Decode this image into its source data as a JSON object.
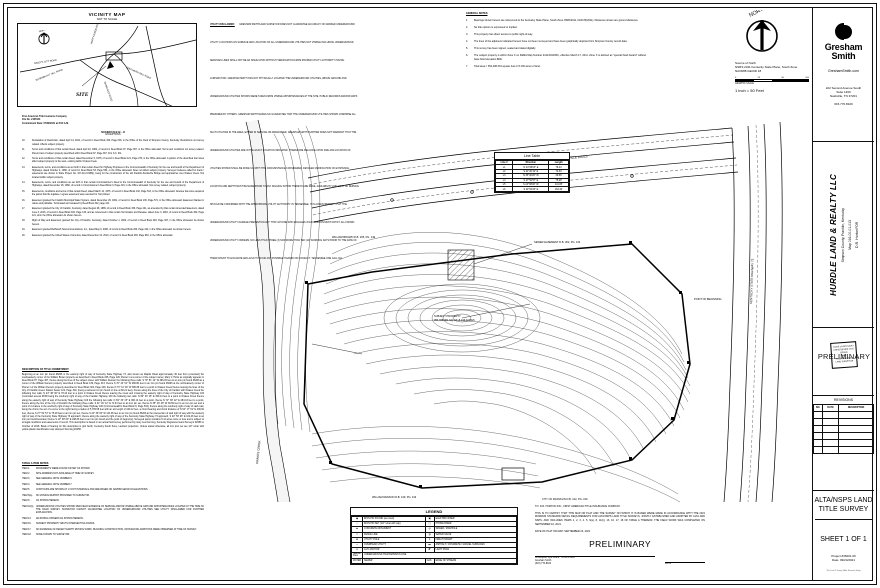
{
  "sheet": {
    "drawing_type": "ALTA/NSPS LAND TITLE SURVEY",
    "sheet_number": "SHEET 1 OF 1",
    "project_number": "Project #45201.00",
    "date": "Date: 09/24/2021",
    "footer_credit": "This Level 2 Survey. Miller Research Entity"
  },
  "vicinity": {
    "title": "VICINITY MAP",
    "subtitle": "NOT TO SCALE",
    "north_label": "NORTH",
    "site_label": "SITE",
    "roads": [
      "HALEYS CITY ROAD",
      "ROSENBLATT HILL ROAD",
      "HAPPY RIDGE ROAD",
      "NASHVILLE ROAD",
      "SOUTHERN RAIL ROAD",
      "FRANKLIN ROAD"
    ]
  },
  "title_insurance": {
    "company": "First American Title Insurance Company",
    "file_no": "File No. 2167944",
    "commitment_date": "Commitment Date: 07/09/2021 at 8:00 A.M."
  },
  "schedule_b": {
    "heading": "SCHEDULE B - II",
    "subheading": "EXCEPTIONS",
    "items": [
      {
        "num": "10.",
        "text": "Declaration of Restriction, dated April 14, 2021, of record in Deed Book 332, Page 636, in the Office of the Clerk of Simpson County, Kentucky. Restrictions not survey related. Affects subject property."
      },
      {
        "num": "11.",
        "text": "Terms and conditions of that certain Deed, dated April 22, 1982, of record in Deed Book 97, Page 367, in the Office aforesaid. Terms and conditions not survey related. Parent tract of subject property described within Deed Book 97, Page 367, R.G.S.C. 011"
      },
      {
        "num": "12.",
        "text": "Terms and conditions of that certain Deed, dated December 5, 1975, of record in Deed Book 121, Page 276, in the Office aforesaid. A portion of the described tract does affect subject property to the west, existing within Ordess Creek."
      },
      {
        "num": "13.",
        "text": "Easements, terms, and conditions as set forth in that certain Deed for Highway Purposes to the Commonwealth of Kentucky for the use and benefit of the Department of Highways, dated October 4, 1982, of record in Deed Book 53, Page 554, in the Office aforesaid. Does not affect subject property. Surveyor believes called for tracts / easements are shown in State Project No. 107-40-2.1988(), being for the construction of the old Franklin-Scottsville Bridge and approaches over Drakes Creek. Not located within subject property."
      },
      {
        "num": "14.",
        "text": "Easements, terms, and conditions as set forth in that certain Commissioner's Deed to the Commonwealth of Kentucky for the use and benefit of the Department of Highways, dated December 18, 1982, of record in Commissioner's Deed Book 3, Page 419, in the Office aforesaid. Not survey related, subject property."
      },
      {
        "num": "15.",
        "text": "Easements, conditions and terms of that certain Deed, dated March 14, 1975, of record in Deed Book 132, Page 513, in the Office aforesaid. Grantee has since acquired the parcel that the legalese / egress easement was executed for. Not plotted."
      },
      {
        "num": "16.",
        "text": "Easement granted the Franklin Municipal Water System, dated December 29, 1961, of record in Deed Book 136, Page 571, in the Office aforesaid. Easement blanket in nature and plottable. Terminated and released by Deed Book 342, page 121."
      },
      {
        "num": "17.",
        "text": "Easement granted the City of Franklin, Kentucky, dated August 28, 1989, of record in Deed Book 156, Page 441, as amended by that certain Amended Easement, dated June 3, 2016, of record in Deed Book 302, Page 133, and as referenced in that certain Termination and Release, dated June 3, 2016, of record in Deed Book 302, Page 121, all in the Office aforesaid. As shown hereon."
      },
      {
        "num": "18.",
        "text": "Right of Way and Easement granted the City of Franklin, Kentucky, dated October 1, 2002, of record in Deed Book 248, Page 307, in the Office aforesaid. As shown hereon."
      },
      {
        "num": "19.",
        "text": "Easement granted BellSouth Telecommunications, Inc., dated May 9, 2006, of record in Deed Book 263, Page 222, in the Office aforesaid. As shown hereon."
      },
      {
        "num": "20.",
        "text": "Easement granted the United States of America, dated December 10, 2010, of record in Deed Book 238, Page 663, in the Office aforesaid."
      }
    ]
  },
  "description": {
    "heading": "DESCRIPTION OF TITLE COMMITMENT",
    "body": "Beginning at an iron pin found #6206 in the easterly right of way of Kentucky State Highway 73, also known as Rapids Road approximately 30 feet from (extended) the southeasterly corner of the William Brown property as described in Deed Book 205, Page 149; Parcel 1 at a corner of the subject owner, Mary V. Hicks as originally appears in Deed Book 87, Page 367, thence along the lines of the subject owner with William Denson the following three calls: S 70° 51' 12\" W 396.45 feet to an iron pin found #6206 at a corner of the William Denson property described in Deed Book 139, Page 313; thence S 70° 24' 51\" W 268.96 feet to an iron pin found #6206 at the northeasterly corner of Parcel 1 of the William Denson property described in Deed Book 304, Page 449; thence N 73° 12' 00\" W 380.89 feet to a point in Drakes Creek thence leaving the lines of the City of Franklin Green Station Sewer 122, Page 319, (being a witness iron pin found on line at 82.21 feet), thence along the lines of the City of Franklin with Drakes Creek the following four calls: N 24° 38' 00\" E 78.44 feet to a point in Drakes Creek thence leaving the creek and crossing the easterly right of way of Kentucky State Highway 100 (controlled access ROW being the southerly right of way of the Franklin Highway 100 the following two calls: N 69° 33' 15\" E 300.14 feet to a point in Drakes Creek thence along the easterly right of way of Kentucky State Highway 100 the following two calls: N 69° 33' 15\" E 300.14 feet to a point, thence N 72° 38' 22\" E 284.43 feet to a point, thence along the line of the City of Franklin the following three calls: S 21° 20' 12\" E 72.34 feet to an iron pin set, thence N 35° 46' 28\" W 39.59 feet to an iron pin set and a point of curvature in the southerly right of way of Kentucky State Highway 100 (Commonwealth's Deed Book 9, Page 533), thence along the southerly right of way of said road, being the chord, the arc of a curve to the right having a radius of 5,705.58 feet with an arc length of 440.12 feet, a chord bearing and chord distance of N 62° 17' 51\" E 439.92 feet, thence S 27° 52' 57\" E 75.28 feet to an iron pin set, thence S 24° 38' 00\" W 141.65 feet to an iron pin found #6206 at the intersection of said right of way with the westerly right of way of the Kentucky State Highway 73 approach; thence along the westerly right of way of the Kentucky State Highway 73 approach, S 24° 53' 26\" E 164.46 feet to an iron pin found/recorded, thence S 12° 38' 00\" E 248.66 feet to an iron pin found and the point of beginning. Surveyed parcel contains 9.14 acres more or less and is subject to all legal conditions and easements of record. This description is based on an actual field survey performed by Gary Lee Dunning, Kentucky Registered Land Surveyor #2256 in October of 2018. Basis of bearing for this description is grid North, Kentucky South Zone, Lambert projection. Unless stated otherwise, all iron pins set are 1/2\" rebar with yellow plastic identification cap stamped 'Dunning #2256'."
  },
  "table_a": {
    "heading": "TABLE A ITEM NOTES",
    "items": [
      {
        "num": "ITEM 1.",
        "text": "MONUMENTS WERE FOUND OR SET AS SHOWN."
      },
      {
        "num": "ITEM 2.",
        "text": "SITE ADDRESS NOT AVAILABLE AT TIME OF SURVEY."
      },
      {
        "num": "ITEM 3.",
        "text": "SEE GENERAL NOTE NUMBER 6."
      },
      {
        "num": "ITEM 4.",
        "text": "SEE GENERAL NOTE NUMBER 7."
      },
      {
        "num": "ITEM 5.",
        "text": "CONTOURS ARE SHOWN AT 1 FOOT INTERVALS AND ARE BASED ON NAVD88 GEOID 18 ELEVATIONS."
      },
      {
        "num": "ITEM 6(a).",
        "text": "NO ZONING REPORT PROVIDED TO SURVEYOR."
      },
      {
        "num": "ITEM 8.",
        "text": "AS SHOWN HEREON."
      },
      {
        "num": "ITEM 11(b).",
        "text": "UNDERGROUND UTILITIES SHOWN PER FIELD EVIDENCE OF SERVICE AND/OR VISIBLE ABOVE GROUND APPURTENANCES LOCATED AT THE TIME OF THE FIELD SURVEY. SURVEYOR CANNOT GUARANTEE LOCATION OF UNDERGROUND UTILITIES SEE UTILITY DISCLAIMER FOR FURTHER EXPLANATION."
      },
      {
        "num": "ITEM 13.",
        "text": "ADJOINING OWNERS AS SHOWN HEREON."
      },
      {
        "num": "ITEM 16.",
        "text": "SUBJECT PROPERTY ABUTS INTERSECTING ROADS."
      },
      {
        "num": "ITEM 17.",
        "text": "NO EVIDENCE OF RECENT EARTH MOVING WORK, BUILDING CONSTRUCTION, OR BUILDING ADDITIONS WERE OBSERVED AT TIME OF SURVEY."
      },
      {
        "num": "ITEM 18.",
        "text": "NONE KNOWN TO SURVEYOR."
      }
    ]
  },
  "utility_disclaimer": {
    "heading": "UTILITY DISCLAIMER:",
    "text": "GRESHAM SMITH/LAND SURVEYOR DOES NOT GUARANTEE ACCURACY OF MARKED UNDERGROUND UTILITY LOCATIONS ON SURFACE AND LOCATION OF ALL UNDERGROUND UTILITIES NOT VISIBLE INCLUDING UNDERGROUND SERVICES LINES SHALL NOT BE AN ISSUE UPON WITHOUT VERIFICATION FROM PROPER UTILITY AUTHORITY HAVING JURISDICTION. GRESHAM SMITH HAS NOT PHYSICALLY LOCATED THE UNDERGROUND UTILITIES, ABOVE GROUND AND UNDERGROUND UTILITIES SHOWN WERE TAKEN FROM VISIBLE APPURTENANCES AT THE SITE, PUBLIC RECORDS AND/OR MAPS PREPARED BY OTHERS. GRESHAM SMITH MAKES NO GUARANTEE THAT THE UNDERGROUND UTILITIES SHOWN COMPRISE ALL SUCH UTILITIES IN THE AREA, EITHER IN SERVICE OR ABANDONED. GRESHAM SMITH FURTHER DOES NOT WARRANT THAT THE UNDERGROUND UTILITIES ARE IN THE EXACT LOCATION INDICATED. THEREFORE RELIANCE UPON SIZE AND LOCATION OF UTILITIES SHOWN SHALL BE DONE SO WITH THIS CIRCUMSTANCE CONSIDERED. DETAILED VERIFICATION OF EXISTENCE, LOCATION AND DEPTH MUST BE MADE PRIOR TO ANY DIGGING WITHIN THERETO ARE MADE. AVAILABILITY AND COST OF SERVICE SHOULD BE CONFIRMED WITH THE APPROPRIATE UTILITY AUTHORITY. IN TENNESSEE, IT IS A REQUIREMENT THAT 'THE UNDERGROUND UTILITY DAMAGE PREVENTION ACT' THAT ANYONE WHO ENGAGES IN EXCAVATION MUST NOTIFY ALL KNOWN UNDERGROUND UTILITY OWNERS, NO LESS THAN THREE (3) NOR MORE THAN TEN (10) WORKING DAYS PRIOR TO THE DATE OF THEIR INTENT TO EXCAVATE AND ALSO TO AVOID ANY POSSIBLE HAZARD OR CONFLICT. TENNESSEE ONE CALL 811."
  },
  "general_notes": {
    "heading": "GENERAL NOTES",
    "items": [
      {
        "num": "1.",
        "text": "Bearings shown hereon are referenced to the Kentucky State Plane, South Zone NSRS2011, NAD 83(2011). Distances shown are ground distances."
      },
      {
        "num": "2.",
        "text": "No title opinion is expressed or implied."
      },
      {
        "num": "3.",
        "text": "This property has direct access to public right-of-way."
      },
      {
        "num": "4.",
        "text": "The lines of the adjoiners indicated hereon have not been surveyed and have been graphically depicted from Simpson County record data."
      },
      {
        "num": "5.",
        "text": "This survey has been signed, sealed and dated digitally."
      },
      {
        "num": "6.",
        "text": "The subject property is within Zone X on FEMA Map Number 21213C0180C, effective March 17, 2011. Zone X is defined as \"special flood hazard\" without base flood elevation BFE."
      },
      {
        "num": "7.",
        "text": "Total area = 354,408.301 square feet or 8.136 acres of land."
      }
    ]
  },
  "north": {
    "label": "NORTH",
    "source_heading": "Source of North",
    "source_line1": "NSRS 2011 Kentucky State Plane, South Zone",
    "source_line2": "NAVD88 GEOID 18",
    "graphic_scale_label": "GRAPHIC SCALE",
    "scale_text": "1 inch = 50 Feet",
    "scale_ticks": [
      "0",
      "25",
      "50",
      "100"
    ]
  },
  "firm": {
    "name_line1": "Gresham",
    "name_line2": "Smith",
    "website": "GreshamSmith.com",
    "address_line1": "222 Second Avenue South",
    "address_line2": "Suite 1400",
    "address_line3": "Nashville, TN  37201",
    "phone": "615.770.8100"
  },
  "project": {
    "client_name": "HURDLE LAND & REALTY LLC",
    "location": "Simpson County, Franklin, Kentucky",
    "map_number": "Map 016-00-01-013",
    "for_label": "FOR",
    "for_name": "D.R. Horton"
  },
  "seal": {
    "line1": "STATE  of  KENTUCKY",
    "line2": "CHRISTOPHER LYLE",
    "line3": "GRAND",
    "line4": "3683",
    "line5": "PROFESSIONAL",
    "line6": "LAND SURVEYOR",
    "overlay_text": "PRELIMINARY"
  },
  "revisions": {
    "heading": "REVISIONS",
    "columns": [
      "NO.",
      "DATE",
      "DESCRIPTION"
    ],
    "rows": [
      {
        "no": "",
        "date": "",
        "description": ""
      },
      {
        "no": "",
        "date": "",
        "description": ""
      },
      {
        "no": "",
        "date": "",
        "description": ""
      },
      {
        "no": "",
        "date": "",
        "description": ""
      },
      {
        "no": "",
        "date": "",
        "description": ""
      },
      {
        "no": "",
        "date": "",
        "description": ""
      }
    ]
  },
  "line_table": {
    "title": "Line Table",
    "columns": [
      "Line #",
      "Direction",
      "Length"
    ],
    "rows": [
      {
        "line": "L1",
        "direction": "N 24°38'00\" E",
        "length": "78.44'"
      },
      {
        "line": "L2",
        "direction": "S 21°20'12\" E",
        "length": "72.34'"
      },
      {
        "line": "L3",
        "direction": "N 35°46'28\" W",
        "length": "39.59'"
      },
      {
        "line": "L4",
        "direction": "S 27°52'57\" E",
        "length": "75.28'"
      },
      {
        "line": "L5",
        "direction": "S 24°38'00\" W",
        "length": "141.65'"
      },
      {
        "line": "L6",
        "direction": "S 24°53'26\" E",
        "length": "164.46'"
      }
    ]
  },
  "legend": {
    "title": "LEGEND",
    "left_items": [
      {
        "symbol": "◉",
        "label": "IRON PIN FOUND (as noted)"
      },
      {
        "symbol": "○",
        "label": "IRON PIN SET (1/2\" rebar with cap)"
      },
      {
        "symbol": "■",
        "label": "CONCRETE MONUMENT"
      },
      {
        "symbol": "×",
        "label": "FENCE LINE"
      },
      {
        "symbol": "⊕",
        "label": "UTILITY POLE"
      },
      {
        "symbol": "—",
        "label": "OVERHEAD UTILITY"
      },
      {
        "symbol": "⊙",
        "label": "GUY ANCHOR"
      }
    ],
    "right_items": [
      {
        "symbol": "▣",
        "label": "ELECTRIC RISER"
      },
      {
        "symbol": "▢",
        "label": "PHONE RISER"
      },
      {
        "symbol": "◎",
        "label": "SEWER / MANHOLE"
      },
      {
        "symbol": "◍",
        "label": "WATER VALVE"
      },
      {
        "symbol": "✦",
        "label": "FIRE HYDRANT"
      },
      {
        "symbol": "▬",
        "label": "ASPHALT / CONCRETE / GRAVEL SURFACES"
      },
      {
        "symbol": "◤",
        "label": "LIGHT POLE"
      }
    ],
    "footer_left": "Natural Flow",
    "footer_center": "UNDERGROUND TRANSMISSION LINE",
    "footer_types": [
      "WATER",
      "SEWER",
      "GAS",
      "EDGE OF STREAM"
    ]
  },
  "certification": {
    "to_line": "TO: D.R. HORTON INC., FIRST AMERICAN TITLE INSURANCE COMPANY",
    "body": "THIS IS TO CERTIFY THAT THIS MAP OR PLAT AND THE SURVEY ON WHICH IT IS BASED WERE MADE IN ACCORDANCE WITH THE 2021 MINIMUM STANDARD DETAIL REQUIREMENTS FOR ALTA/NSPS LAND TITLE SURVEYS, JOINTLY ESTABLISHED AND ADOPTED BY ALTA AND NSPS, AND INCLUDES ITEMS 1, 2, 3, 4, 5, 6(a), 8, 11(b), 13, 16, 17, 18 OF TABLE A THEREOF. THE FIELD WORK WAS COMPLETED ON SEPTEMBER 10, 2021.",
    "date_line": "DATE OF PLAT OR MAP:  SEPTEMBER 24, 2021",
    "preliminary": "PRELIMINARY",
    "signer_name": "Christopher Lyle Grand, TN RLS 3683",
    "signer_firm": "Gresham Smith",
    "signer_phone": "(615) 770-8100",
    "date_field_label": "DATE"
  },
  "plan_labels": {
    "subject_area": "SUBJECT PROPERTY\n354,408.301 SQ. FT.\n8.136 ACRES",
    "road_main": "KENTUCKY STATE HIGHWAY 100 (NASHVILLE ROAD)",
    "road_side": "KENTUCKY STATE HIGHWAY 73",
    "creek": "DRAKES CREEK",
    "rr": "CSX RAILROAD",
    "adj_1": "WILLIAM DENSON  D.B. 139, PG. 313",
    "adj_2": "CITY OF FRANKLIN  D.B. 122, PG. 319",
    "adj_3": "WILLIAM BROWN  D.B. 205, PG. 149",
    "pob": "POINT OF BEGINNING",
    "note_ref": "SEE DETAIL"
  }
}
